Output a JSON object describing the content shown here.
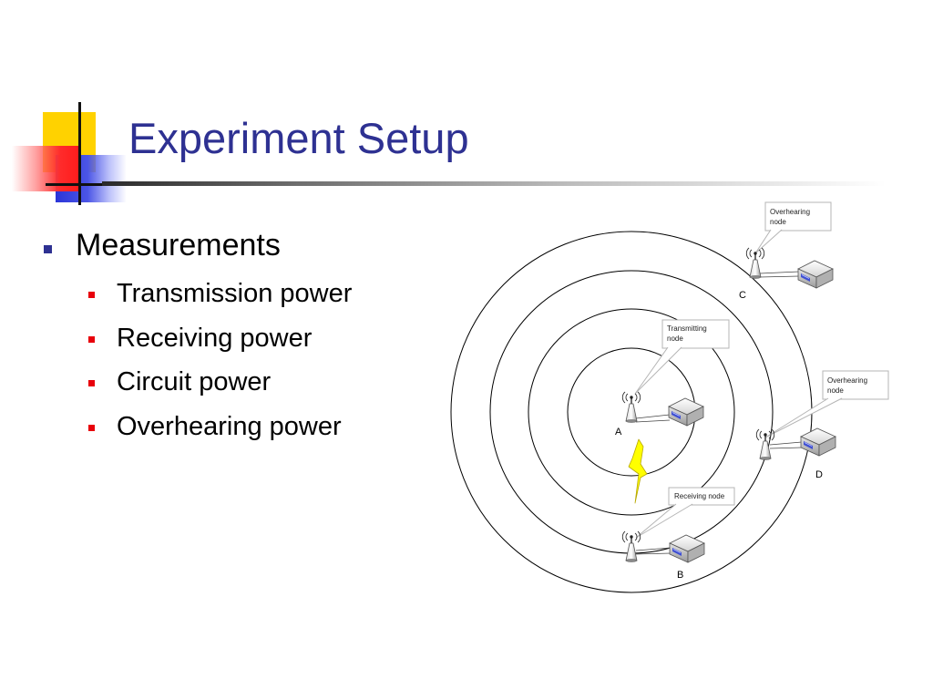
{
  "slide": {
    "title": "Experiment Setup",
    "bullets": {
      "main": "Measurements",
      "sub": [
        "Transmission power",
        "Receiving power",
        "Circuit power",
        "Overhearing power"
      ]
    }
  },
  "diagram": {
    "nodes": {
      "A": {
        "label": "A",
        "role": "transmitting"
      },
      "B": {
        "label": "B",
        "role": "receiving"
      },
      "C": {
        "label": "C",
        "role": "overhearing"
      },
      "D": {
        "label": "D",
        "role": "overhearing"
      }
    },
    "callouts": {
      "transmitting": [
        "Transmitting",
        "node"
      ],
      "receiving": [
        "Receiving node"
      ],
      "overhearing_c": [
        "Overhearing",
        "node"
      ],
      "overhearing_d": [
        "Overhearing",
        "node"
      ]
    },
    "colors": {
      "title": "#2e3192",
      "bullet_level1": "#2e3192",
      "bullet_level2": "#e8000b",
      "lightning": "#ffff00"
    },
    "icons": [
      "antenna-icon",
      "router-icon",
      "lightning-icon"
    ]
  }
}
